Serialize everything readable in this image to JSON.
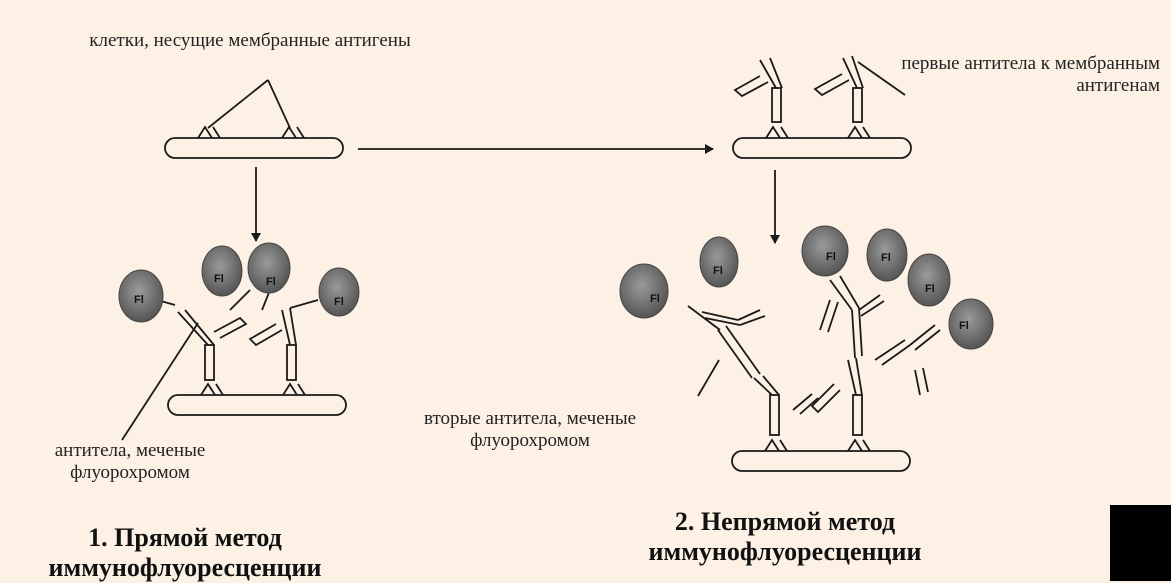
{
  "labels": {
    "cells": "клетки, несущие мембранные антигены",
    "first_antibodies": "первые антитела к мембранным антигенам",
    "labeled_antibodies": "антитела, меченые флуорохромом",
    "second_antibodies": "вторые антитела, меченые флуорохромом"
  },
  "titles": {
    "direct": "1. Прямой метод иммунофлуоресценции",
    "indirect": "2. Непрямой метод иммунофлуоресценции"
  },
  "fluorochrome_label": "Fl",
  "colors": {
    "background": "#fcf1e4",
    "line": "#1a1a1a",
    "fluorochrome_fill": "#6f6f6f"
  }
}
